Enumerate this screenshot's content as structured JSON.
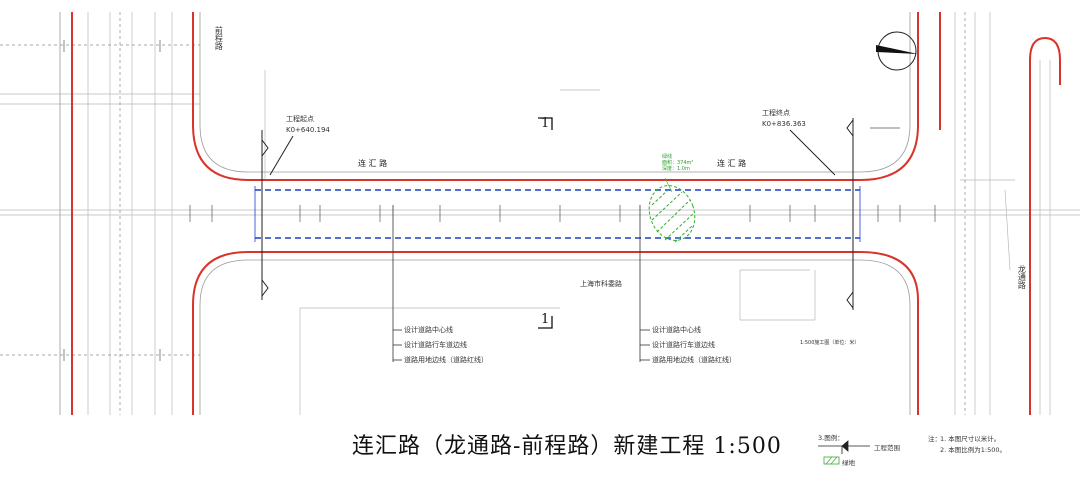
{
  "title": "连汇路（龙通路-前程路）新建工程   1:500",
  "road_labels": {
    "lianhui_left": "连 汇 路",
    "lianhui_right": "连 汇 路",
    "qiancheng": "前程路",
    "longtong": "龙通路",
    "landmark": "上海市科委路"
  },
  "station_start": {
    "label": "工程起点",
    "value": "K0+640.194"
  },
  "station_end": {
    "label": "工程终点",
    "value": "K0+836.363"
  },
  "section_marks": {
    "top": "1",
    "bottom": "1"
  },
  "green_note": [
    "绿线",
    "面积：374m²",
    "深度：1.0m"
  ],
  "leader_notes_left": [
    "设计道路中心线",
    "设计道路行车道边线",
    "道路用地边线（道路红线）"
  ],
  "leader_notes_right": [
    "设计道路中心线",
    "设计道路行车道边线",
    "道路用地边线（道路红线）"
  ],
  "right_small_note": "1:500施工图（单位：米）",
  "legend": {
    "heading": "3.图例：",
    "items": [
      "工程范围",
      "绿地"
    ]
  },
  "notes": {
    "heading": "注：",
    "lines": [
      "1. 本图尺寸以米计。",
      "2. 本图比例为1:500。"
    ]
  },
  "north_arrow": "north-arrow-icon",
  "colors": {
    "red_line": "#d9342b",
    "blue_dashed": "#1d3fc9",
    "green_area": "#2fae2f",
    "gray_line": "#9a9a9a"
  }
}
